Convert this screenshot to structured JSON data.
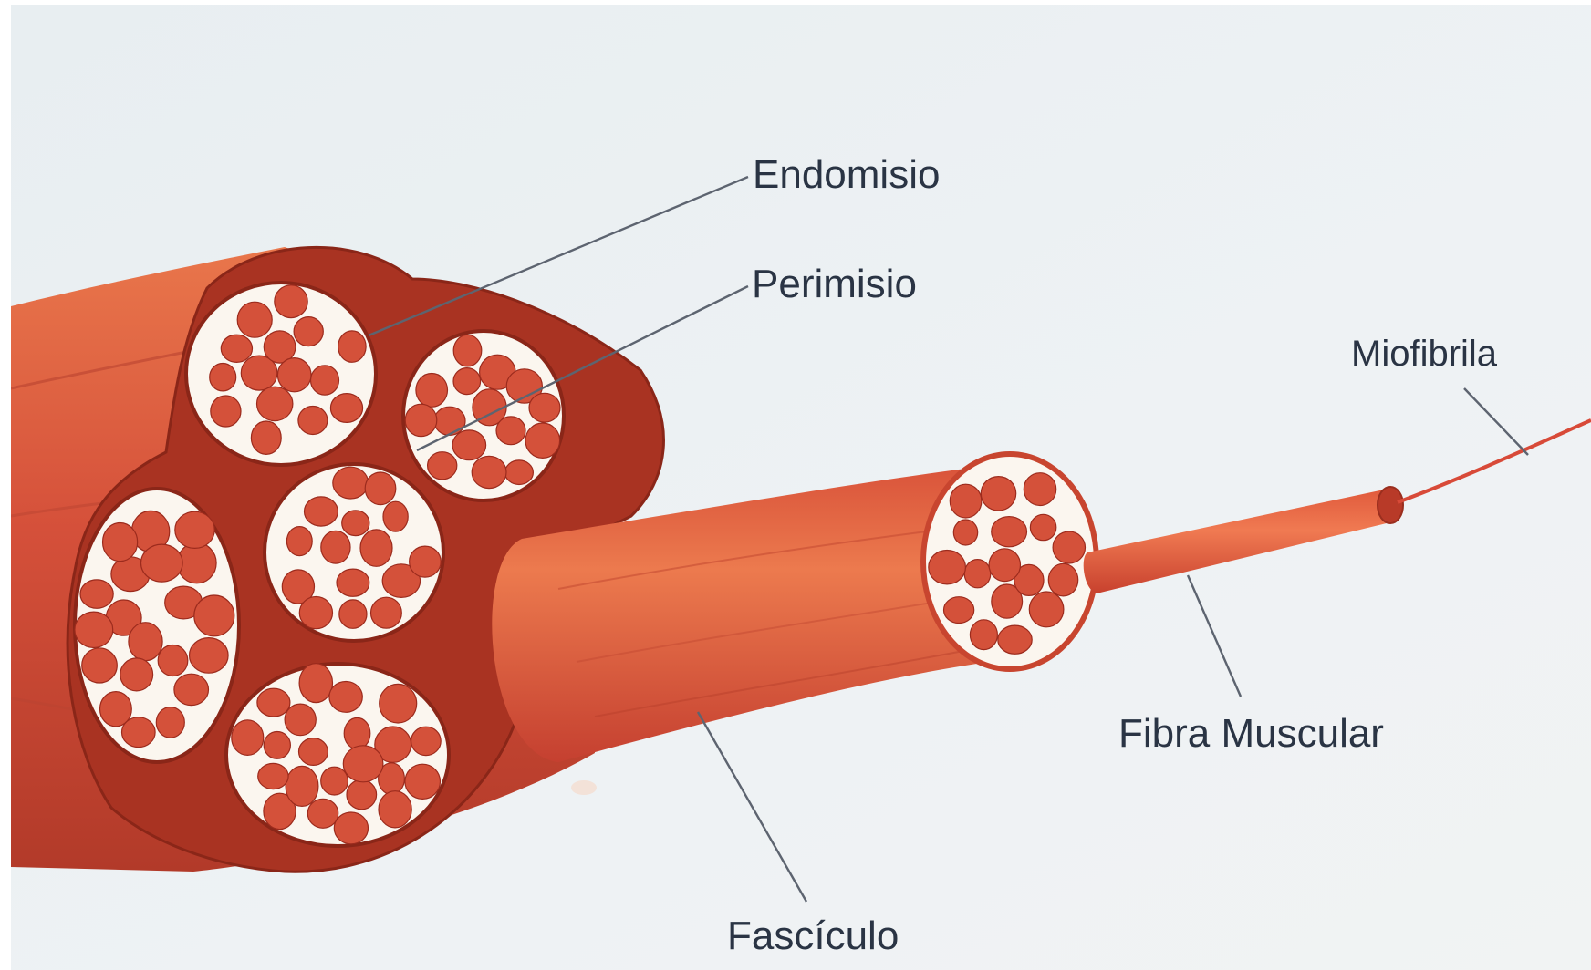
{
  "labels": {
    "endomisio": "Endomisio",
    "perimisio": "Perimisio",
    "miofibrila": "Miofibrila",
    "fibra_muscular": "Fibra Muscular",
    "fasciculo": "Fascículo"
  },
  "colors": {
    "background": "#e6ecef",
    "muscle": "#d4513a",
    "muscle_dark": "#9c2b1d",
    "muscle_light": "#e8703f",
    "connective_tissue": "#fbf6ef"
  }
}
